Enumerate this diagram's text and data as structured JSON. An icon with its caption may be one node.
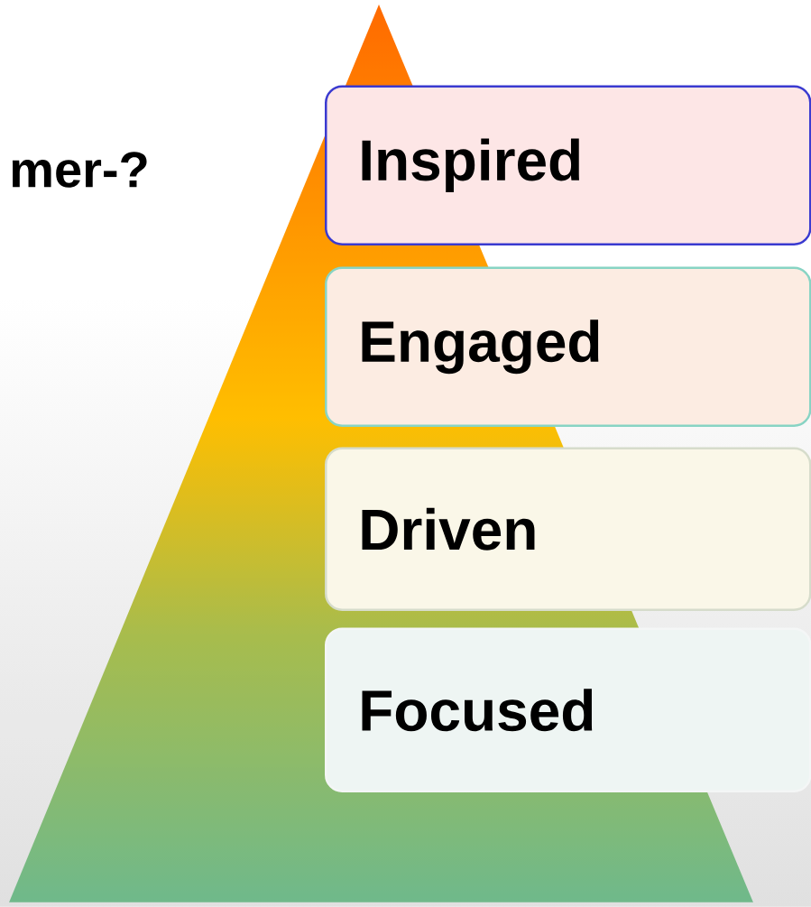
{
  "diagram": {
    "nodes": [
      {
        "text": [
          "Inspired"
        ]
      },
      {
        "text": [
          "Engaged"
        ]
      },
      {
        "text": [
          "Driven"
        ]
      },
      {
        "text": [
          "Focused"
        ]
      }
    ],
    "labels": [
      "mer-?"
    ]
  }
}
